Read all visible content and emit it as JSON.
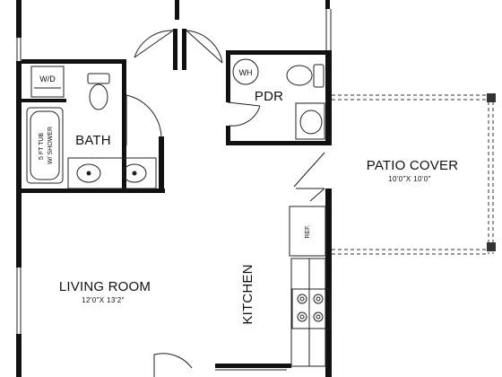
{
  "plan": {
    "rooms": {
      "bath": "BATH",
      "pdr": "PDR",
      "patio_cover": "PATIO COVER",
      "patio_dims": "10'0\"X 10'0\"",
      "living_room": "LIVING ROOM",
      "living_dims": "12'0\"X 13'2\"",
      "kitchen": "KITCHEN"
    },
    "fixtures": {
      "washer_dryer": "W/D",
      "water_heater": "WH",
      "refrigerator": "REF.",
      "tub_line1": "5 FT TUB",
      "tub_line2": "W/ SHOWER"
    },
    "colors": {
      "wall": "#111111",
      "line": "#222222",
      "background": "#ffffff"
    }
  }
}
